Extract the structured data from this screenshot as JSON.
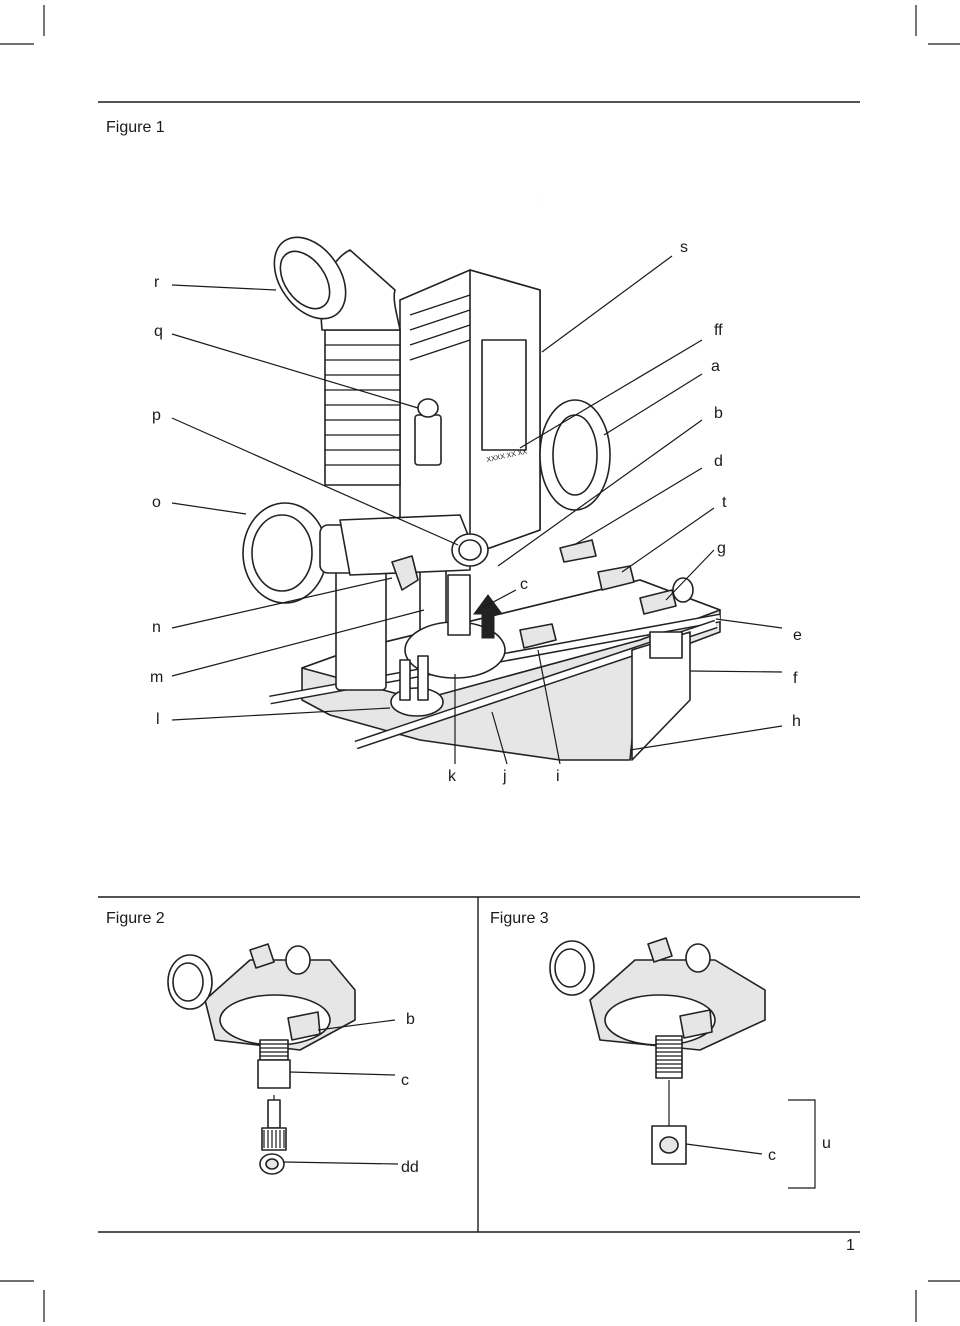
{
  "figures": {
    "figure1": {
      "title": "Figure 1"
    },
    "figure2": {
      "title": "Figure 2"
    },
    "figure3": {
      "title": "Figure 3"
    }
  },
  "figure1_labels": {
    "r": "r",
    "q": "q",
    "p": "p",
    "o": "o",
    "n": "n",
    "m": "m",
    "l": "l",
    "s": "s",
    "ff": "ff",
    "a": "a",
    "b": "b",
    "d": "d",
    "t": "t",
    "g": "g",
    "c": "c",
    "e": "e",
    "f": "f",
    "h": "h",
    "k": "k",
    "j": "j",
    "i": "i"
  },
  "motor_marking": "XXXX XX XX",
  "figure2_labels": {
    "b": "b",
    "c": "c",
    "dd": "dd"
  },
  "figure3_labels": {
    "c": "c",
    "u": "u"
  },
  "page_number": "1"
}
